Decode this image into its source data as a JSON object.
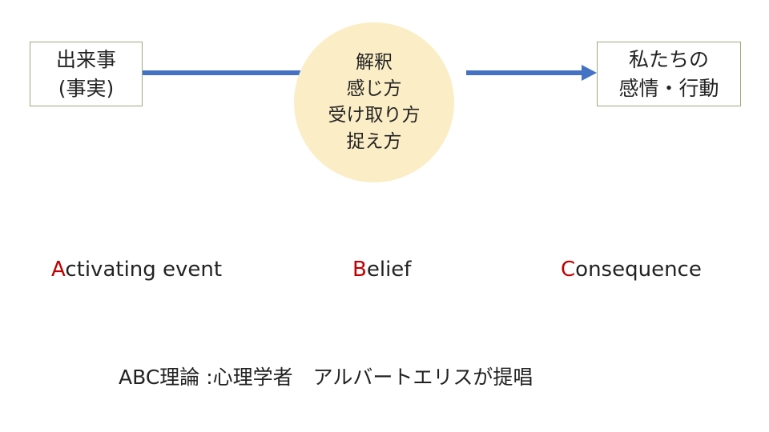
{
  "event_box": {
    "lines": [
      "出来事",
      "(事実)"
    ]
  },
  "belief_circle": {
    "lines": [
      "解釈",
      "感じ方",
      "受け取り方",
      "捉え方"
    ]
  },
  "consequence_box": {
    "lines": [
      "私たちの",
      "感情・行動"
    ]
  },
  "labels": {
    "a": {
      "initial": "A",
      "rest": "ctivating event"
    },
    "b": {
      "initial": "B",
      "rest": "elief"
    },
    "c": {
      "initial": "C",
      "rest": "onsequence"
    }
  },
  "footer": "ABC理論 :心理学者　アルバートエリスが提唱",
  "colors": {
    "arrow": "#4472c4",
    "circle": "#fbeec6",
    "initial": "#c00000"
  }
}
